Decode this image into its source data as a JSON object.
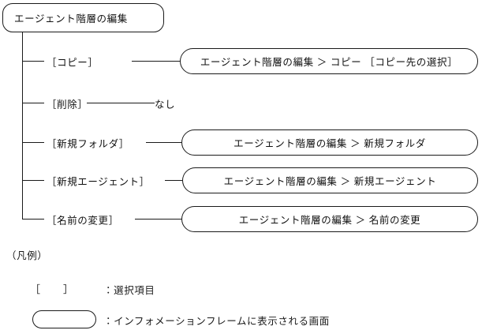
{
  "diagram": {
    "root": {
      "label": "エージェント階層の編集"
    },
    "branches": [
      {
        "option_label": "［コピー］",
        "target_type": "screen",
        "target_label": "エージェント階層の編集 ＞ コピー ［コピー先の選択］"
      },
      {
        "option_label": "［削除］",
        "target_type": "text",
        "target_label": "なし"
      },
      {
        "option_label": "［新規フォルダ］",
        "target_type": "screen",
        "target_label": "エージェント階層の編集 ＞ 新規フォルダ"
      },
      {
        "option_label": "［新規エージェント］",
        "target_type": "screen",
        "target_label": "エージェント階層の編集 ＞ 新規エージェント"
      },
      {
        "option_label": "［名前の変更］",
        "target_type": "screen",
        "target_label": "エージェント階層の編集 ＞ 名前の変更"
      }
    ]
  },
  "legend": {
    "title": "（凡例）",
    "items": [
      {
        "symbol_open": "［",
        "symbol_close": "］",
        "description": "：選択項目"
      },
      {
        "symbol_shape": "rounded-rectangle",
        "description": "：インフォメーションフレームに表示される画面"
      }
    ]
  },
  "colors": {
    "line": "#1a1a1a",
    "text": "#111111",
    "background": "#ffffff"
  }
}
